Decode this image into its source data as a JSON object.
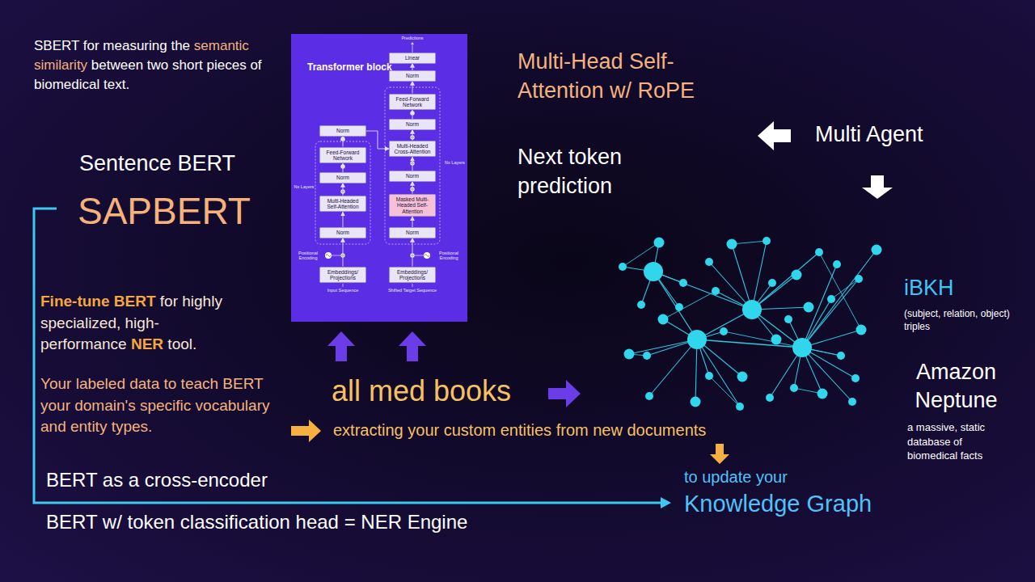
{
  "diagram": {
    "nodes": [
      {
        "text": [
          "Transformer block"
        ]
      },
      {
        "text": [
          "Norm"
        ],
        "in": 0
      },
      {
        "text": [
          "Feed-Forward Network"
        ],
        "in": 0
      },
      {
        "text": [
          "Norm"
        ],
        "in": 0
      },
      {
        "text": [
          "Multi-Headed Self-Attention"
        ],
        "in": 0
      },
      {
        "text": [
          "Norm"
        ],
        "in": 0
      },
      {
        "text": [
          "Embeddings/ Projections"
        ],
        "in": 0
      },
      {
        "text": [
          "Linear"
        ],
        "in": 0
      },
      {
        "text": [
          "Norm"
        ],
        "in": 0
      },
      {
        "text": [
          "Feed-Forward Network"
        ],
        "in": 0
      },
      {
        "text": [
          "Norm"
        ],
        "in": 0
      },
      {
        "text": [
          "Multi-Headed Cross-Attention"
        ],
        "in": 0
      },
      {
        "text": [
          "Norm"
        ],
        "in": 0
      },
      {
        "text": [
          "Masked Multi-Headed Self-Attention"
        ],
        "in": 0
      },
      {
        "text": [
          "Norm"
        ],
        "in": 0
      },
      {
        "text": [
          "Embeddings/ Projections"
        ],
        "in": 0
      }
    ],
    "edges": [
      {
        "from": 6,
        "to": 5,
        "arrow": "to"
      },
      {
        "from": 5,
        "to": 4,
        "arrow": "to"
      },
      {
        "from": 4,
        "to": 3,
        "arrow": "to"
      },
      {
        "from": 3,
        "to": 2,
        "arrow": "to"
      },
      {
        "from": 2,
        "to": 1,
        "arrow": "to"
      },
      {
        "from": 15,
        "to": 14,
        "arrow": "to"
      },
      {
        "from": 14,
        "to": 13,
        "arrow": "to"
      },
      {
        "from": 13,
        "to": 12,
        "arrow": "to"
      },
      {
        "from": 12,
        "to": 11,
        "arrow": "to"
      },
      {
        "from": 11,
        "to": 10,
        "arrow": "to"
      },
      {
        "from": 10,
        "to": 9,
        "arrow": "to"
      },
      {
        "from": 9,
        "to": 8,
        "arrow": "to"
      },
      {
        "from": 8,
        "to": 7,
        "arrow": "to"
      },
      {
        "from": 1,
        "to": 11,
        "arrow": "to"
      }
    ],
    "labels": [
      "SBERT for measuring the",
      "semantic similarity",
      "between two short pieces of biomedical text.",
      "Sentence BERT",
      "SAPBERT",
      "Fine-tune BERT",
      "for highly specialized, high-performance",
      "NER",
      "tool.",
      "Your labeled data to teach BERT your domain's specific vocabulary and entity types.",
      "BERT as a cross-encoder",
      "BERT w/ token classification head = NER Engine",
      "all med books",
      "extracting your custom entities from new documents",
      "to update your",
      "Knowledge Graph",
      "Multi-Head Self-Attention w/ RoPE",
      "Next token prediction",
      "Multi Agent",
      "iBKH",
      "(subject, relation, object) triples",
      "Amazon Neptune",
      "a massive, static database of biomedical facts",
      "Predictions",
      "Nx Layers",
      "Nx Layers",
      "Positional Encoding",
      "Positional Encoding",
      "Input Sequence",
      "Shifted Target Sequence"
    ]
  }
}
